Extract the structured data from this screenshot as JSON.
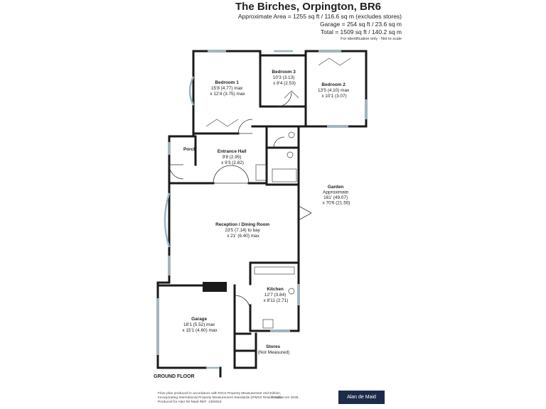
{
  "header": {
    "title": "The Birches, Orpington, BR6",
    "area_line": "Approximate Area = 1255 sq ft / 116.6 sq m (excludes stores)",
    "garage_line": "Garage = 254 sq ft / 23.6 sq m",
    "total_line": "Total = 1509 sq ft / 140.2 sq m",
    "note": "For identification only - Not to scale"
  },
  "rooms": [
    {
      "id": "bedroom-1",
      "lines": [
        "Bedroom 1",
        "15'8 (4.77) max",
        "x 12'4 (3.75) max"
      ]
    },
    {
      "id": "bedroom-3",
      "lines": [
        "Bedroom 3",
        "10'3 (3.13)",
        "x 8'4 (2.53)"
      ]
    },
    {
      "id": "bedroom-2",
      "lines": [
        "Bedroom 2",
        "13'5 (4.10) max",
        "x 10'1 (3.07)"
      ]
    },
    {
      "id": "porch",
      "lines": [
        "Porch"
      ]
    },
    {
      "id": "entrance-hall",
      "lines": [
        "Entrance Hall",
        "9'8 (2.95)",
        "x 9'3 (2.82)"
      ]
    },
    {
      "id": "garden",
      "lines": [
        "Garden",
        "Approximate",
        "161' (49.07)",
        "x 70'6 (21.50)"
      ]
    },
    {
      "id": "reception",
      "lines": [
        "Reception / Dining Room",
        "23'5 (7.14) to bay",
        "x 21' (6.40) max"
      ]
    },
    {
      "id": "kitchen",
      "lines": [
        "Kitchen",
        "12'7 (3.84)",
        "x 8'11 (2.71)"
      ]
    },
    {
      "id": "garage",
      "lines": [
        "Garage",
        "18'1 (5.52) max",
        "x 15'1 (4.60) max"
      ]
    },
    {
      "id": "stores",
      "lines": [
        "Stores",
        "(Not Measured)"
      ]
    }
  ],
  "floor_label": "GROUND FLOOR",
  "footer": {
    "line1": "Floor plan produced in accordance with RICS Property Measurement 2nd Edition,",
    "line2": "Incorporating International Property Measurement Standards (IPMS2 Residential).",
    "line3": "Produced for Alan De Maid    REF: 1300015",
    "copyright": "© nichecom 2025."
  },
  "logo_text": "Alan de Maid",
  "colors": {
    "wall": "#1a1a1a",
    "window": "#b8d0dc",
    "background": "#ffffff"
  }
}
